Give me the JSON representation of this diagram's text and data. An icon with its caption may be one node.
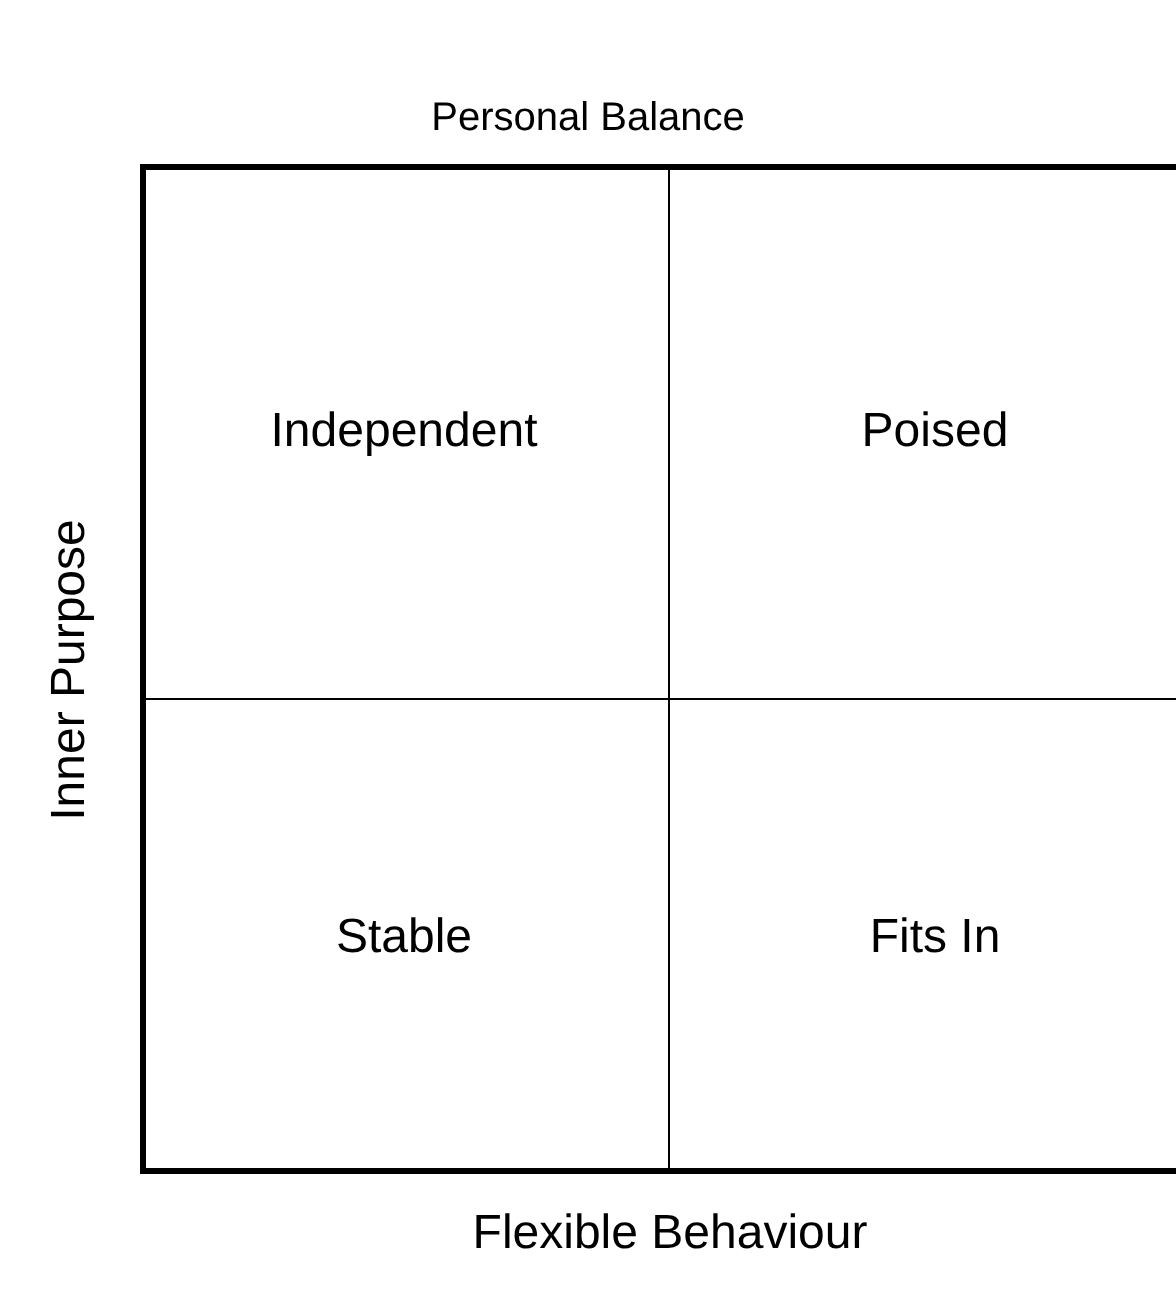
{
  "diagram": {
    "title": "Personal Balance",
    "nodes": [
      {
        "text": [
          "Independent"
        ]
      },
      {
        "text": [
          "Poised"
        ]
      },
      {
        "text": [
          "Stable"
        ]
      },
      {
        "text": [
          "Fits In"
        ]
      }
    ],
    "labels": [
      "Inner Purpose",
      "Flexible Behaviour"
    ]
  }
}
